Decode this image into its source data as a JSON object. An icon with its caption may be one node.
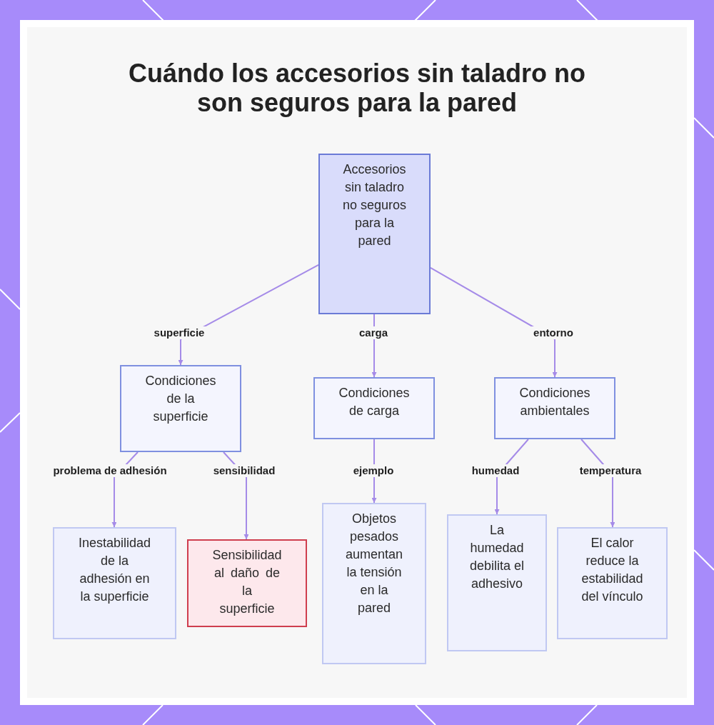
{
  "diagram": {
    "title": "Cuándo los accesorios sin taladro no son seguros para la pared",
    "nodes": [
      {
        "text": [
          "Accesorios sin taladro no seguros para la pared"
        ]
      },
      {
        "text": [
          "Condiciones de la superficie"
        ]
      },
      {
        "text": [
          "Condiciones de carga"
        ]
      },
      {
        "text": [
          "Condiciones ambientales"
        ]
      },
      {
        "text": [
          "Inestabilidad de la adhesión en la superficie"
        ]
      },
      {
        "text": [
          "Sensibilidad al daño de la superficie"
        ]
      },
      {
        "text": [
          "Objetos pesados aumentan la tensión en la pared"
        ]
      },
      {
        "text": [
          "La humedad debilita el adhesivo"
        ]
      },
      {
        "text": [
          "El calor reduce la estabilidad del vínculo"
        ]
      }
    ],
    "edges": [
      {
        "from": 0,
        "to": 1,
        "arrow": "to",
        "label": "superficie"
      },
      {
        "from": 0,
        "to": 2,
        "arrow": "to",
        "label": "carga"
      },
      {
        "from": 0,
        "to": 3,
        "arrow": "to",
        "label": "entorno"
      },
      {
        "from": 1,
        "to": 4,
        "arrow": "to",
        "label": "problema de adhesión"
      },
      {
        "from": 1,
        "to": 5,
        "arrow": "to",
        "label": "sensibilidad"
      },
      {
        "from": 2,
        "to": 6,
        "arrow": "to",
        "label": "ejemplo"
      },
      {
        "from": 3,
        "to": 7,
        "arrow": "to",
        "label": "humedad"
      },
      {
        "from": 3,
        "to": 8,
        "arrow": "to",
        "label": "temperatura"
      }
    ]
  }
}
